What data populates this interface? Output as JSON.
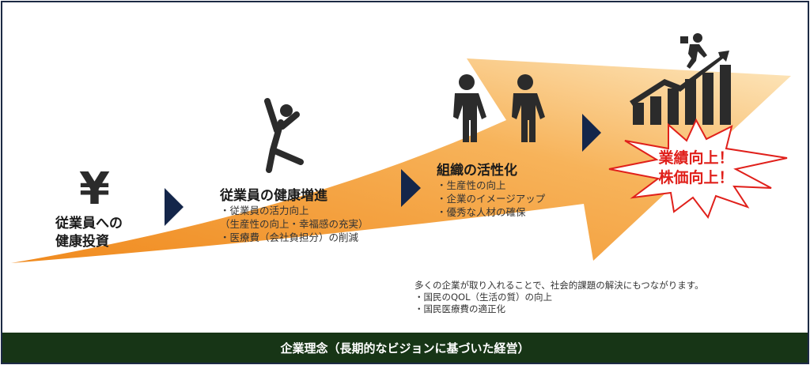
{
  "stages": [
    {
      "title_lines": [
        "従業員への",
        "健康投資"
      ],
      "icon": "yen-icon"
    },
    {
      "title": "従業員の健康増進",
      "icon": "jumping-person-icon",
      "bullets": [
        "・従業員の活力向上",
        "（生産性の向上・幸福感の充実）",
        "・医療費（会社負担分）の削減"
      ]
    },
    {
      "title": "組織の活性化",
      "icon": "businessmen-icon",
      "bullets": [
        "・生産性の向上",
        "・企業のイメージアップ",
        "・優秀な人材の確保"
      ]
    },
    {
      "title_lines": [
        "業績向上！",
        "株価向上！"
      ],
      "icon": "growth-chart-runner-icon"
    }
  ],
  "note": {
    "lead": "多くの企業が取り入れることで、社会的課題の解決にもつながります。",
    "bullets": [
      "・国民のQOL（生活の質）の向上",
      "・国民医療費の適正化"
    ]
  },
  "footer": "企業理念（長期的なビジョンに基づいた経営）",
  "colors": {
    "arrow_light": "#fde2b0",
    "arrow_dark": "#f08a1e",
    "footer": "#173516",
    "accent_red": "#e0201b",
    "chevron": "#14264a",
    "icon": "#2b2b2b"
  }
}
